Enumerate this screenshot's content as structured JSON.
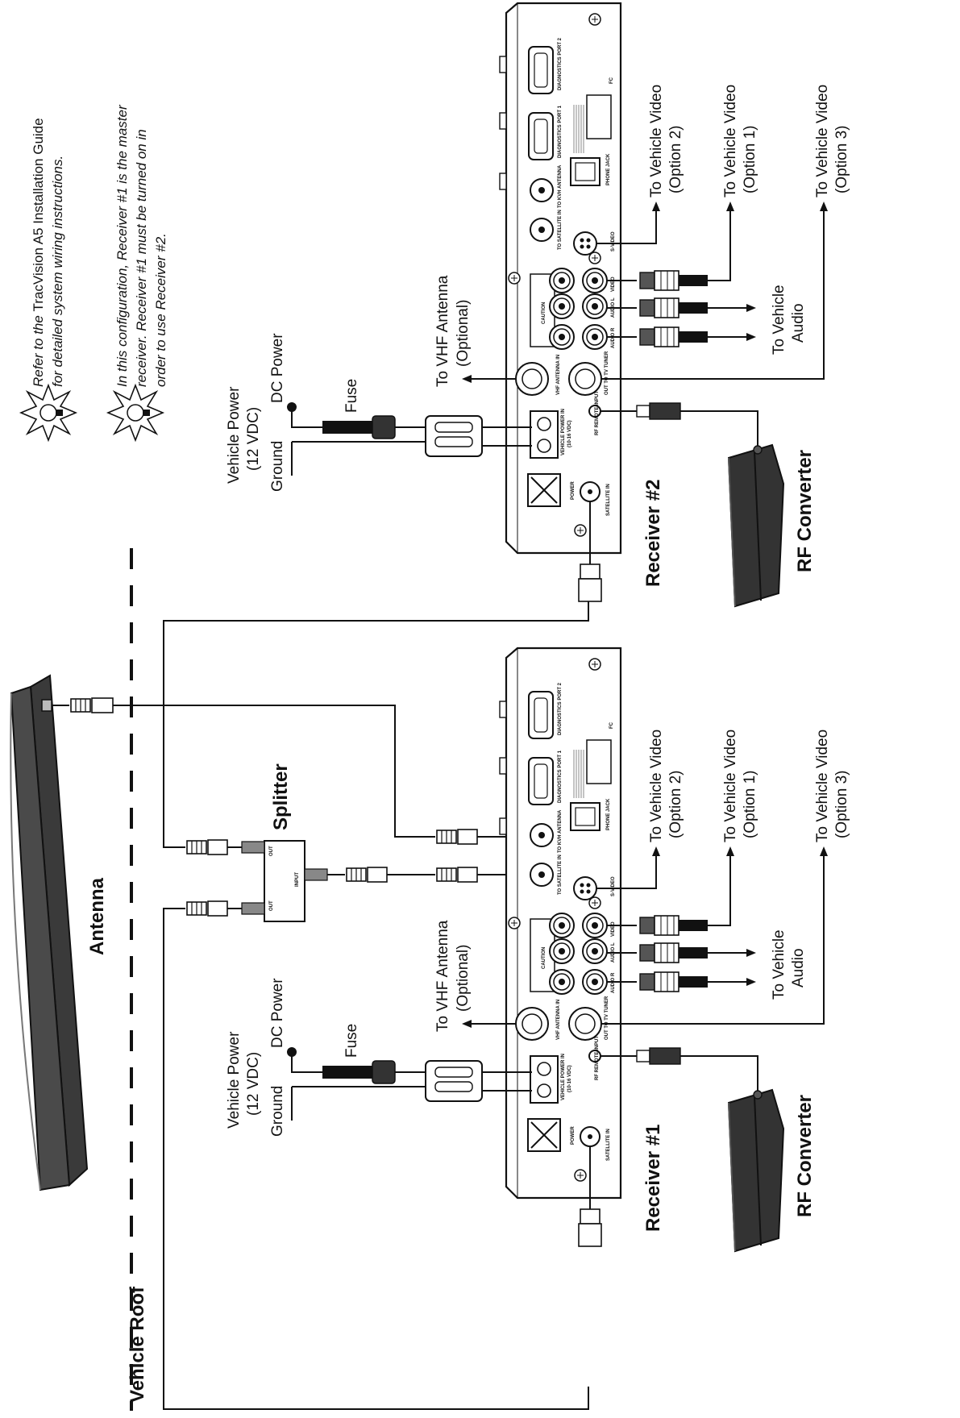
{
  "notes": {
    "ref_prefix": "Refer to the ",
    "ref_product": "TracVision A5 Installation Guide",
    "ref_line2": "for detailed system wiring instructions.",
    "cfg_line1": "In this configuration, Receiver #1 is the master",
    "cfg_line2": "receiver. Receiver #1 must be turned on in",
    "cfg_line3": "order to use Receiver #2."
  },
  "labels": {
    "vehicle_roof": "Vehicle Roof",
    "antenna": "Antenna",
    "splitter": "Splitter",
    "splitter_out": "OUT",
    "splitter_input": "INPUT",
    "receiver1": "Receiver #1",
    "receiver2": "Receiver #2",
    "rf_converter": "RF Converter",
    "vehicle_power": "Vehicle Power",
    "vdc": "(12 VDC)",
    "ground": "Ground",
    "dc_power": "DC Power",
    "fuse": "Fuse",
    "vhf_antenna": "To VHF Antenna",
    "optional": "(Optional)",
    "vehicle_video": "To Vehicle Video",
    "option1": "(Option 1)",
    "option2": "(Option 2)",
    "option3": "(Option 3)",
    "to_vehicle": "To Vehicle",
    "audio": "Audio"
  },
  "receiver_panel": {
    "satellite_in": "SATELLITE IN",
    "power": "POWER",
    "vehicle_power_in": "VEHICLE POWER IN",
    "vehicle_power_range": "(10-16 VDC)",
    "rf_remote_input": "RF REMOTE INPUT",
    "vhf_antenna_in": "VHF ANTENNA IN",
    "out_to_tv_tuner": "OUT TO TV TUNER",
    "audio_r": "AUDIO R",
    "audio_l": "AUDIO L",
    "video": "VIDEO",
    "caution": "CAUTION",
    "to_satellite_in": "TO SATELLITE IN",
    "s_video": "S-VIDEO",
    "to_kvh_antenna": "TO KVH ANTENNA",
    "phone_jack": "PHONE JACK",
    "diagnostics_port1": "DIAGNOSTICS PORT 1",
    "diagnostics_port2": "DIAGNOSTICS PORT 2",
    "fc_mark": "FC"
  },
  "colors": {
    "ink": "#111111",
    "antenna_fill": "#3a3a3a",
    "converter_fill": "#333333",
    "paper": "#ffffff"
  }
}
